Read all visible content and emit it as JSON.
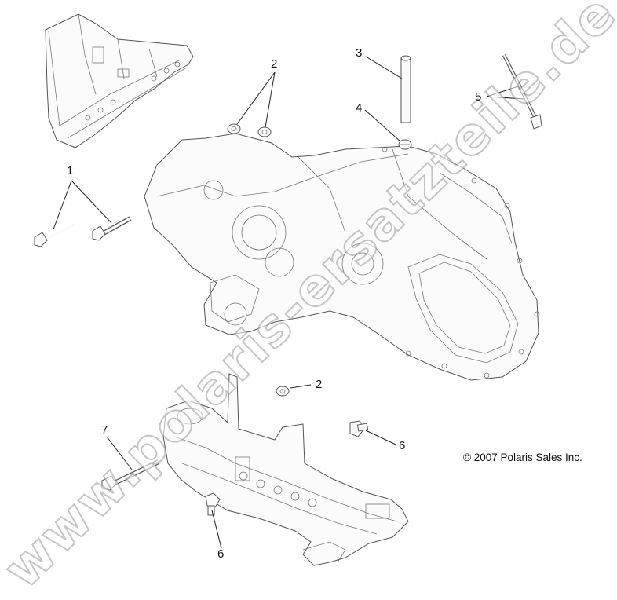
{
  "callouts": [
    {
      "id": "1",
      "label": "1"
    },
    {
      "id": "2a",
      "label": "2"
    },
    {
      "id": "2b",
      "label": "2"
    },
    {
      "id": "3",
      "label": "3"
    },
    {
      "id": "4",
      "label": "4"
    },
    {
      "id": "5",
      "label": "5"
    },
    {
      "id": "6a",
      "label": "6"
    },
    {
      "id": "6b",
      "label": "6"
    },
    {
      "id": "7",
      "label": "7"
    }
  ],
  "copyright": "© 2007 Polaris Sales Inc.",
  "watermark": "www.polaris-ersatzteile.de",
  "colors": {
    "line": "#444444",
    "background": "#ffffff",
    "watermark_outline": "#969696"
  }
}
